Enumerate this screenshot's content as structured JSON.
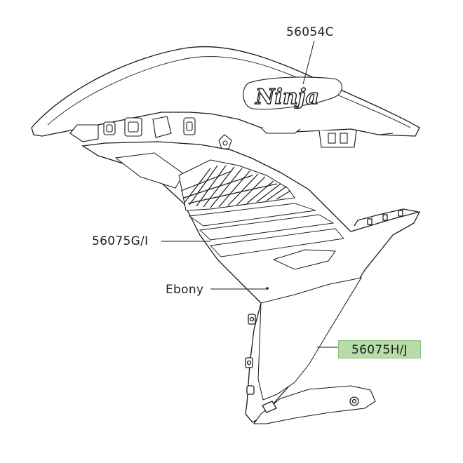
{
  "labels": {
    "upper_decal_part": "56054C",
    "side_decal_part": "56075G/I",
    "color_name": "Ebony",
    "lower_decal_part": "56075H/J"
  },
  "logo_text": "Ninja",
  "colors": {
    "highlight": "#b7dca8",
    "line": "#1a1a1a",
    "background": "#ffffff"
  }
}
